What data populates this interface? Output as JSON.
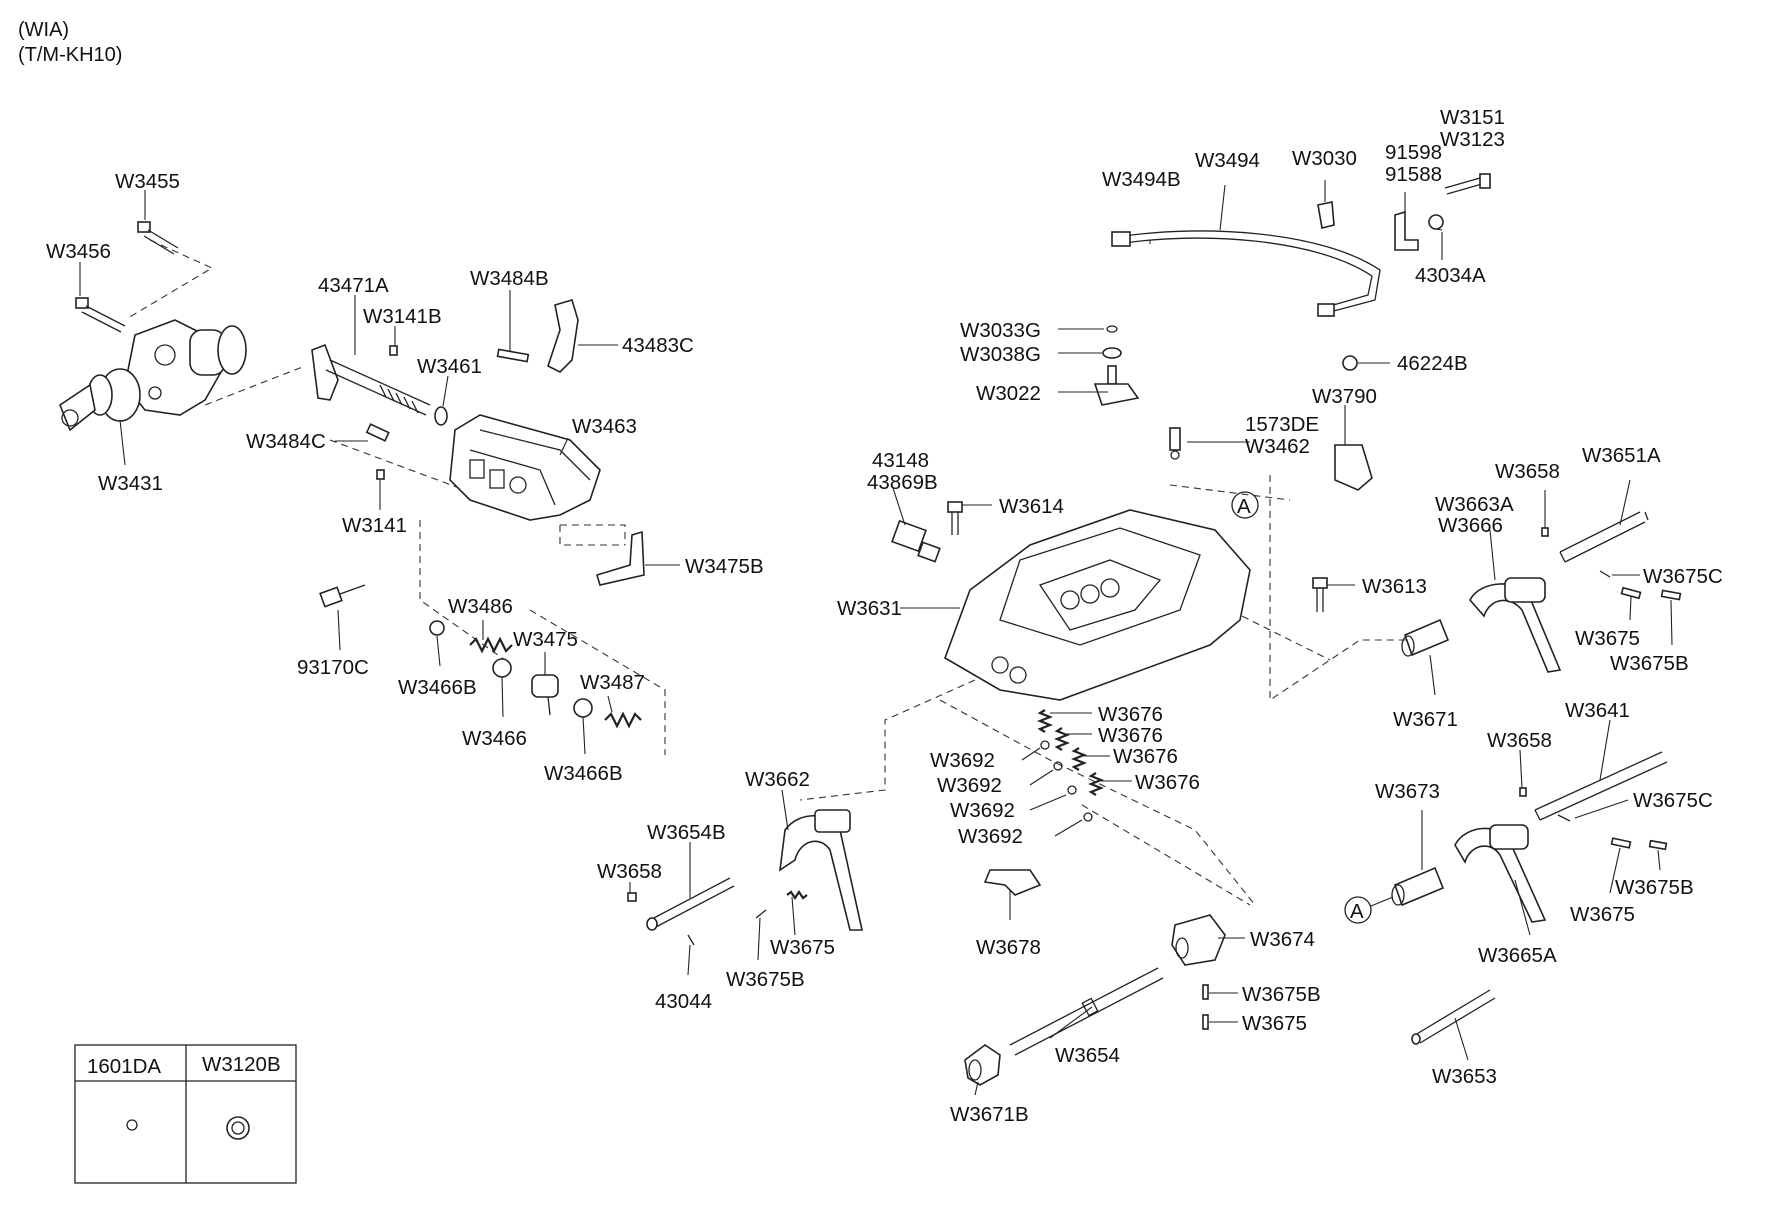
{
  "header": {
    "line1": "(WIA)",
    "line2": "(T/M-KH10)"
  },
  "labels": {
    "W3455": "W3455",
    "W3456": "W3456",
    "W3431": "W3431",
    "L43471A": "43471A",
    "W3141B": "W3141B",
    "W3484B": "W3484B",
    "L43483C": "43483C",
    "W3461": "W3461",
    "W3463": "W3463",
    "W3484C": "W3484C",
    "W3141": "W3141",
    "W3475B": "W3475B",
    "L93170C": "93170C",
    "W3486": "W3486",
    "W3475": "W3475",
    "W3466B_1": "W3466B",
    "W3466": "W3466",
    "W3487": "W3487",
    "W3466B_2": "W3466B",
    "W3494B": "W3494B",
    "W3494": "W3494",
    "W3030": "W3030",
    "L91598": "91598",
    "L91588": "91588",
    "W3151": "W3151",
    "W3123": "W3123",
    "L43034A": "43034A",
    "W3033G": "W3033G",
    "W3038G": "W3038G",
    "W3022": "W3022",
    "L46224B": "46224B",
    "W3790": "W3790",
    "L1573DE": "1573DE",
    "W3462": "W3462",
    "L43148": "43148",
    "L43869B": "43869B",
    "W3614": "W3614",
    "W3631": "W3631",
    "W3613": "W3613",
    "W3676_1": "W3676",
    "W3676_2": "W3676",
    "W3676_3": "W3676",
    "W3676_4": "W3676",
    "W3692_1": "W3692",
    "W3692_2": "W3692",
    "W3692_3": "W3692",
    "W3692_4": "W3692",
    "W3662": "W3662",
    "W3654B": "W3654B",
    "W3658_1": "W3658",
    "W3675_1": "W3675",
    "W3675B_1": "W3675B",
    "L43044": "43044",
    "W3678": "W3678",
    "W3674": "W3674",
    "W3675B_2": "W3675B",
    "W3675_2": "W3675",
    "W3654": "W3654",
    "W3671B": "W3671B",
    "W3658_2": "W3658",
    "W3651A": "W3651A",
    "W3663A": "W3663A",
    "W3666": "W3666",
    "W3675C_1": "W3675C",
    "W3675_3": "W3675",
    "W3675B_3": "W3675B",
    "W3671": "W3671",
    "W3658_3": "W3658",
    "W3641": "W3641",
    "W3673": "W3673",
    "W3675C_2": "W3675C",
    "W3675_4": "W3675",
    "W3675B_4": "W3675B",
    "W3665A": "W3665A",
    "W3653": "W3653",
    "refA_1": "A",
    "refA_2": "A"
  },
  "legend_table": {
    "col1": "1601DA",
    "col2": "W3120B"
  }
}
